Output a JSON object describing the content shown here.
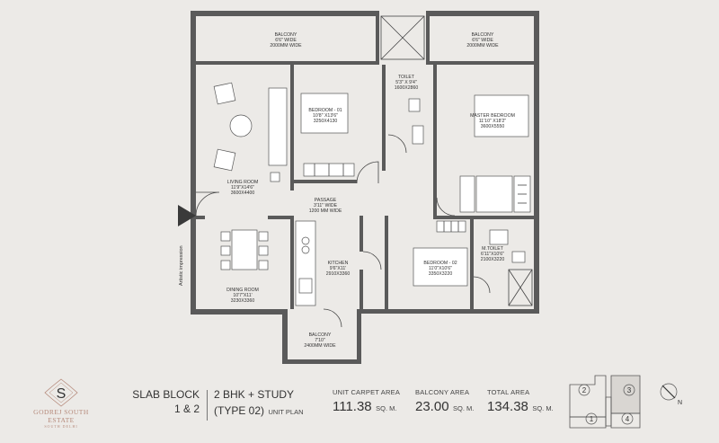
{
  "rooms": {
    "balcony_left": {
      "name": "BALCONY",
      "dims1": "6'6\" WIDE",
      "dims2": "2000MM WIDE"
    },
    "balcony_right": {
      "name": "BALCONY",
      "dims1": "6'6\" WIDE",
      "dims2": "2000MM WIDE"
    },
    "toilet": {
      "name": "TOILET",
      "dims1": "5'3\" X 9'4\"",
      "dims2": "1600X2860"
    },
    "bedroom_01": {
      "name": "BEDROOM - 01",
      "dims1": "10'8\" X13'6\"",
      "dims2": "3250X4130"
    },
    "master_bedroom": {
      "name": "MASTER BEDROOM",
      "dims1": "11'10\" X18'2\"",
      "dims2": "3600X5550"
    },
    "living_room": {
      "name": "LIVING ROOM",
      "dims1": "11'9\"X14'6\"",
      "dims2": "3600X4400"
    },
    "passage": {
      "name": "PASSAGE",
      "dims1": "3'11\" WIDE",
      "dims2": "1200 MM WIDE"
    },
    "kitchen": {
      "name": "KITCHEN",
      "dims1": "9'6\"X11'",
      "dims2": "2910X3360"
    },
    "bedroom_02": {
      "name": "BEDROOM - 02",
      "dims1": "11'0\"X10'6\"",
      "dims2": "3350X3220"
    },
    "m_toilet": {
      "name": "M.TOILET",
      "dims1": "6'11\"X10'6\"",
      "dims2": "2100X3220"
    },
    "dining_room": {
      "name": "DINING ROOM",
      "dims1": "10'7\"X11'",
      "dims2": "3230X3360"
    },
    "balcony_bottom": {
      "name": "BALCONY",
      "dims1": "7'10\"",
      "dims2": "2400MM WIDE"
    }
  },
  "note": "Artistic impression",
  "logo": {
    "monogram": "S",
    "name": "GODREJ SOUTH ESTATE",
    "sub": "SOUTH DELHI"
  },
  "block": {
    "line1": "SLAB BLOCK",
    "line2": "1 & 2"
  },
  "unit_type": {
    "line1": "2 BHK + STUDY",
    "line2": "(TYPE 02)",
    "suffix": "UNIT PLAN"
  },
  "areas": [
    {
      "label": "UNIT CARPET AREA",
      "value": "111.38",
      "unit": "SQ. M."
    },
    {
      "label": "BALCONY AREA",
      "value": "23.00",
      "unit": "SQ. M."
    },
    {
      "label": "TOTAL AREA",
      "value": "134.38",
      "unit": "SQ. M."
    }
  ],
  "key_plan": {
    "blocks": [
      "2",
      "3",
      "1",
      "4"
    ],
    "north": "N"
  },
  "colors": {
    "background": "#eceae7",
    "wall": "#5a5a5a",
    "logo": "#b5897a",
    "key_highlight": "#d9d6d2"
  }
}
